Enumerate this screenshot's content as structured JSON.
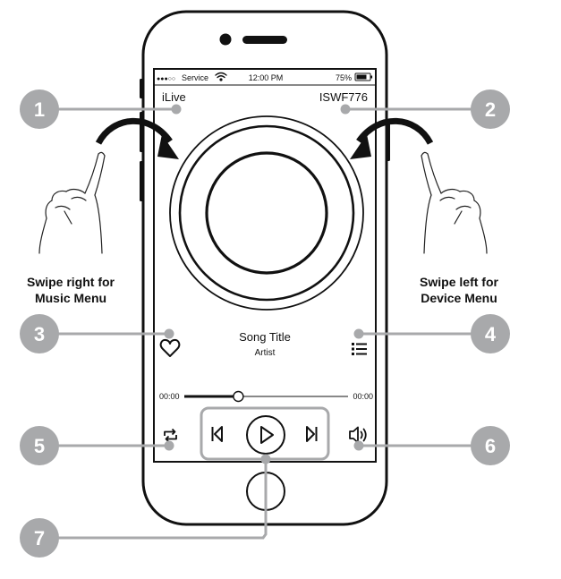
{
  "status_bar": {
    "signal": "●●●○○",
    "carrier": "Service",
    "time": "12:00 PM",
    "battery": "75%"
  },
  "header": {
    "left_label": "iLive",
    "right_label": "ISWF776"
  },
  "gestures": {
    "left_line1": "Swipe right for",
    "left_line2": "Music Menu",
    "right_line1": "Swipe left for",
    "right_line2": "Device Menu"
  },
  "track": {
    "title": "Song Title",
    "artist": "Artist"
  },
  "progress": {
    "elapsed": "00:00",
    "remaining": "00:00",
    "fraction": 0.33
  },
  "callouts": [
    "1",
    "2",
    "3",
    "4",
    "5",
    "6",
    "7"
  ],
  "icons": {
    "favorite": "heart-icon",
    "playlist": "list-icon",
    "repeat": "repeat-icon",
    "previous": "skip-previous-icon",
    "play": "play-icon",
    "next": "skip-next-icon",
    "volume": "volume-icon"
  },
  "colors": {
    "callout": "#a8a9ab",
    "leader": "#a8a9ab",
    "ink": "#111111"
  }
}
